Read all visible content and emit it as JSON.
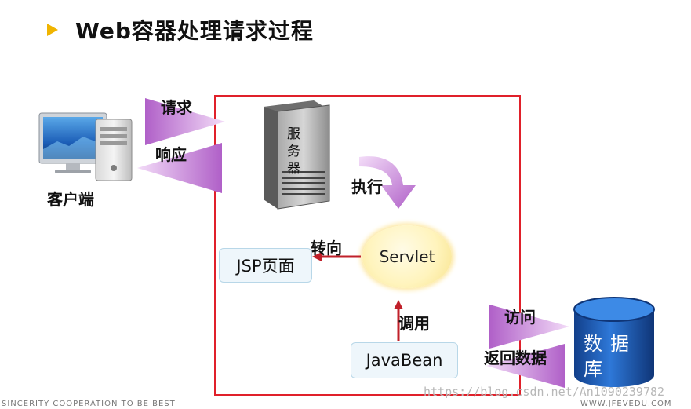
{
  "title": "Web容器处理请求过程",
  "labels": {
    "request": "请求",
    "response": "响应",
    "client": "客户端",
    "server": "服务器",
    "execute": "执行",
    "forward": "转向",
    "call": "调用",
    "access": "访问",
    "return_data": "返回数据"
  },
  "nodes": {
    "servlet": "Servlet",
    "jsp": "JSP页面",
    "javabean": "JavaBean",
    "database": "数据库"
  },
  "footer": {
    "left": "SINCERITY  COOPERATION  TO BE BEST",
    "right": "WWW.JFEVEDU.COM"
  },
  "watermark": "https://blog.csdn.net/An1090239782",
  "colors": {
    "accent_arrow": "#f0b400",
    "frame_red": "#e0202a",
    "flow_arrow_red": "#c0202a",
    "purple_arrow": "#c27fd6",
    "database_blue": "#1e5fbf"
  }
}
